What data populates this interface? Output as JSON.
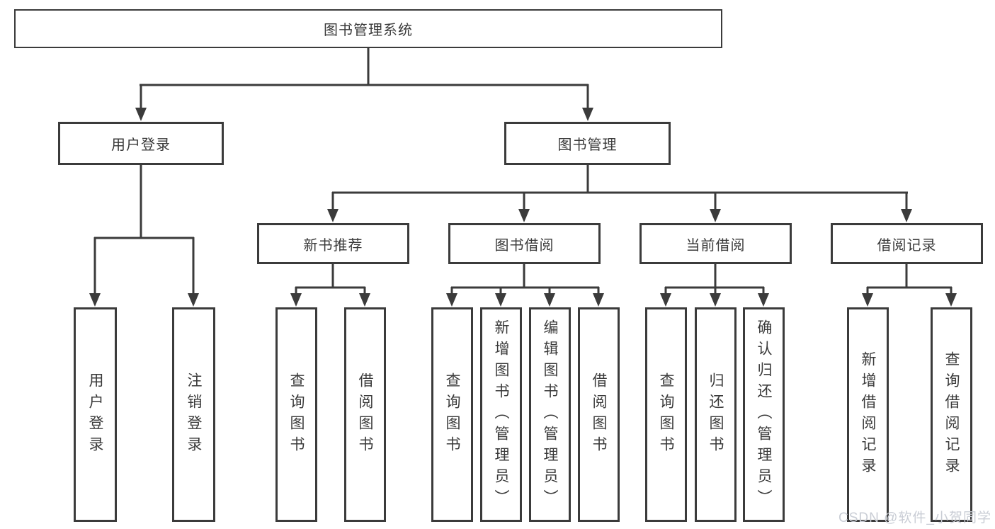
{
  "diagram": {
    "type": "hierarchy-tree",
    "colors": {
      "line": "#3b3b3b",
      "box_border": "#3b3b3b",
      "text": "#3a3a3a",
      "background": "#ffffff"
    },
    "root": {
      "label": "图书管理系统"
    },
    "level2": [
      {
        "label": "用户登录"
      },
      {
        "label": "图书管理"
      }
    ],
    "level3": [
      {
        "label": "新书推荐",
        "parent": "图书管理"
      },
      {
        "label": "图书借阅",
        "parent": "图书管理"
      },
      {
        "label": "当前借阅",
        "parent": "图书管理"
      },
      {
        "label": "借阅记录",
        "parent": "图书管理"
      }
    ],
    "leaves": [
      {
        "label": "用户登录",
        "parent": "用户登录"
      },
      {
        "label": "注销登录",
        "parent": "用户登录"
      },
      {
        "label": "查询图书",
        "parent": "新书推荐"
      },
      {
        "label": "借阅图书",
        "parent": "新书推荐"
      },
      {
        "label": "查询图书",
        "parent": "图书借阅"
      },
      {
        "label": "新增图书（管理员）",
        "parent": "图书借阅"
      },
      {
        "label": "编辑图书（管理员）",
        "parent": "图书借阅"
      },
      {
        "label": "借阅图书",
        "parent": "图书借阅"
      },
      {
        "label": "查询图书",
        "parent": "当前借阅"
      },
      {
        "label": "归还图书",
        "parent": "当前借阅"
      },
      {
        "label": "确认归还（管理员）",
        "parent": "当前借阅"
      },
      {
        "label": "新增借阅记录",
        "parent": "借阅记录"
      },
      {
        "label": "查询借阅记录",
        "parent": "借阅记录"
      }
    ]
  },
  "watermark": {
    "text": "CSDN @软件_小贺同学",
    "color": "#c9cdd5"
  }
}
